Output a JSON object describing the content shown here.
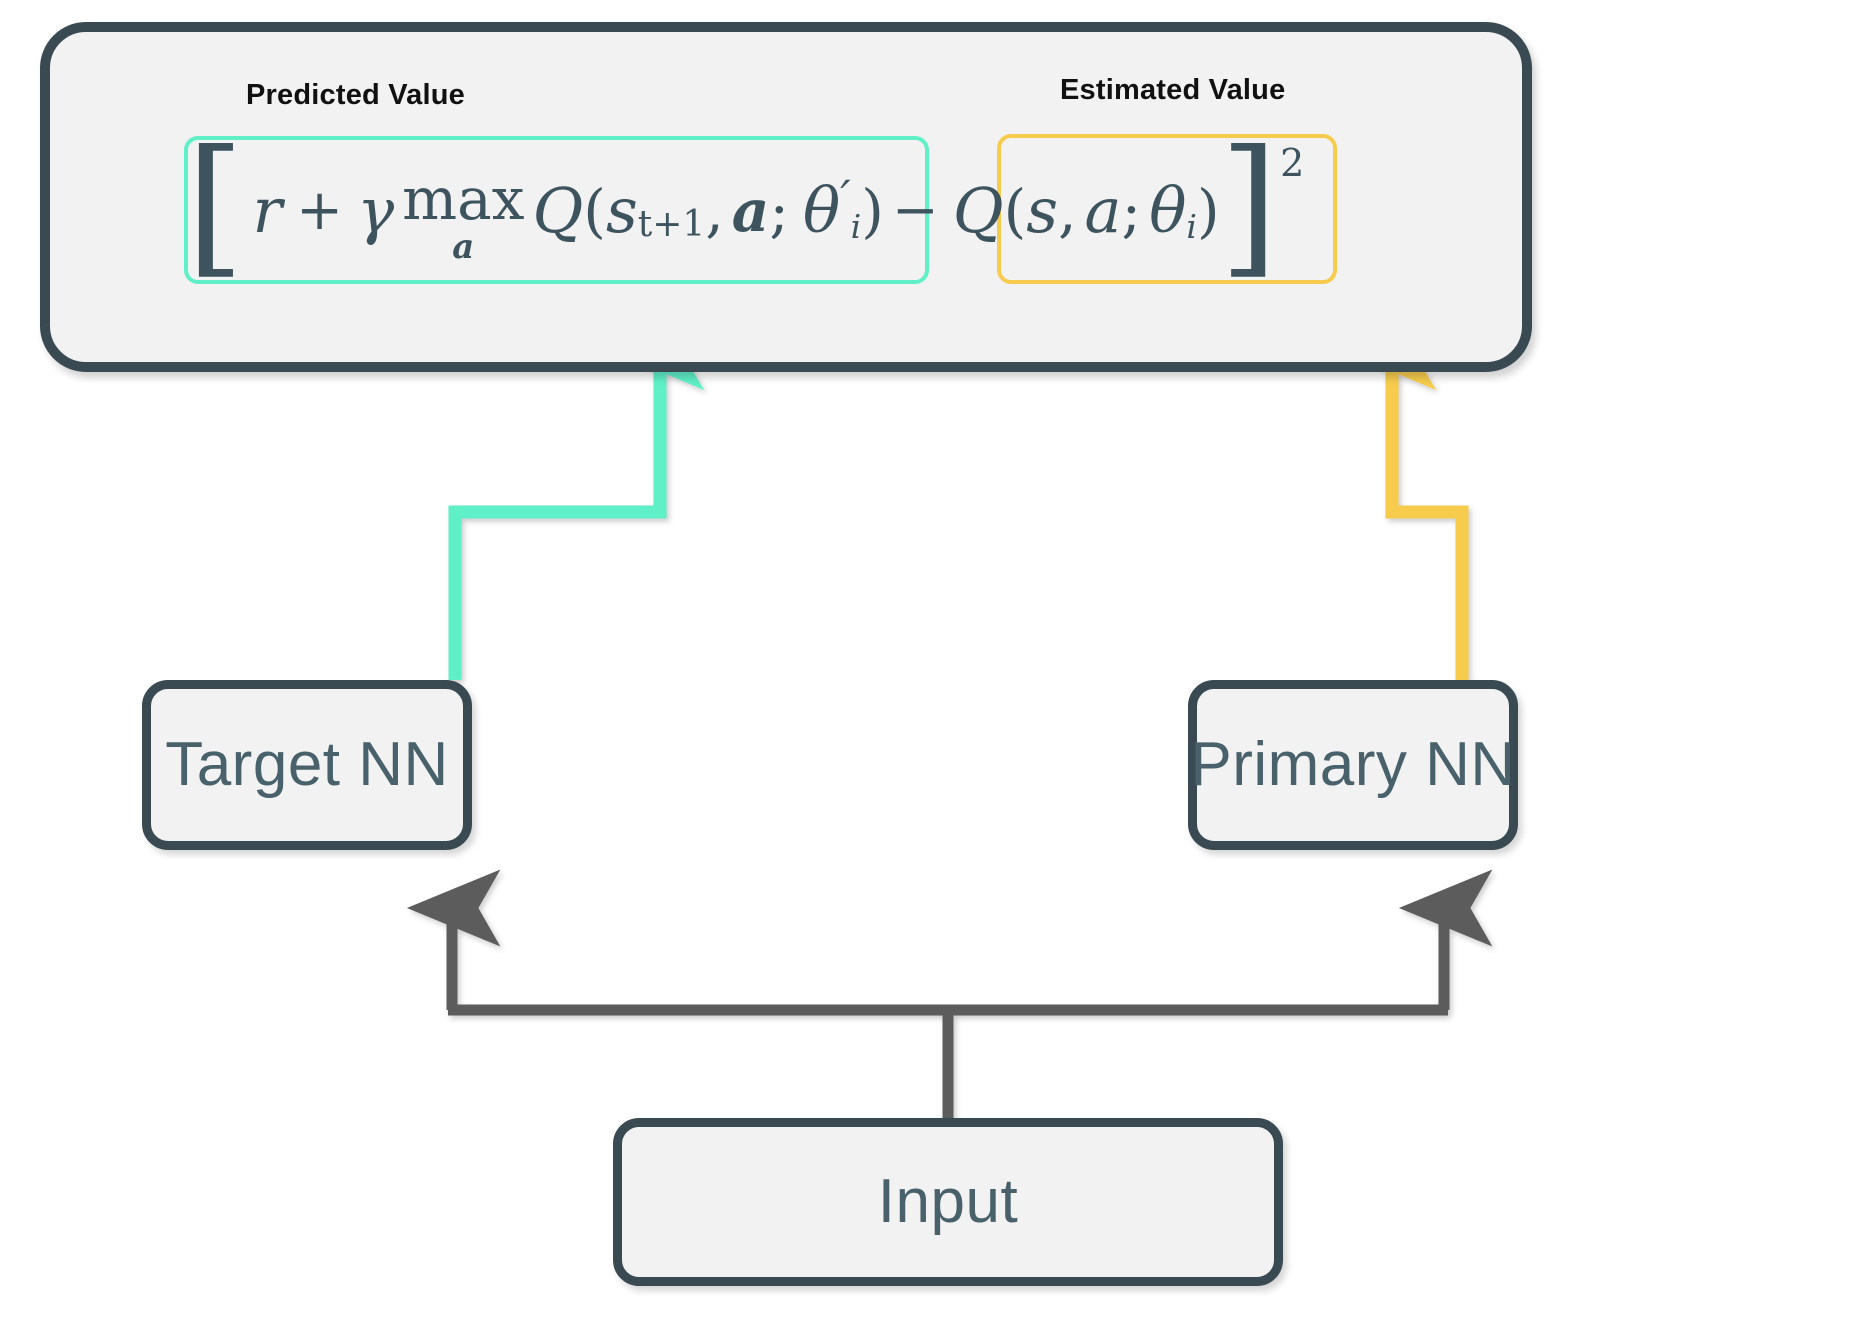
{
  "diagram": {
    "title": "Deep Q-Network loss with target and primary networks",
    "background": "#ffffff",
    "colors": {
      "node_border": "#3a4a52",
      "node_fill": "#f2f2f2",
      "node_text": "#48616b",
      "predicted_highlight": "#5ff0c8",
      "estimated_highlight": "#f7cc4e",
      "input_edge": "#5c5c5c",
      "caption_text": "#111111"
    }
  },
  "loss_box": {
    "captions": {
      "predicted": "Predicted Value",
      "estimated": "Estimated Value"
    },
    "formula": {
      "full_text": "[r + γ max_a Q(s_{t+1}, a; θ'_i) − Q(s, a; θ_i)]²",
      "predicted_part": "r + γ max_a Q(s_{t+1}, a; θ'_i)",
      "estimated_part": "Q(s, a; θ_i)",
      "tokens": {
        "open_bracket": "[",
        "reward": "r",
        "plus": "+",
        "gamma": "γ",
        "max": "max",
        "max_sub": "a",
        "q_target": "Q",
        "paren_open": "(",
        "state_next": "s",
        "state_next_sub": "t+1",
        "comma": ",",
        "action_bold": "a",
        "semicolon": ";",
        "theta_target": "θ",
        "prime": "′",
        "theta_sub_i": "i",
        "paren_close": ")",
        "minus": "−",
        "q_primary": "Q",
        "state": "s",
        "action": "a",
        "theta_primary": "θ",
        "close_bracket": "]",
        "exponent": "2"
      }
    }
  },
  "nodes": [
    {
      "id": "target-nn",
      "label": "Target NN"
    },
    {
      "id": "primary-nn",
      "label": "Primary NN"
    },
    {
      "id": "input",
      "label": "Input"
    }
  ],
  "edges": [
    {
      "id": "target-to-predicted",
      "from": "Target NN",
      "to": "Predicted Value",
      "color": "#5ff0c8",
      "arrowhead": true
    },
    {
      "id": "primary-to-estimated",
      "from": "Primary NN",
      "to": "Estimated Value",
      "color": "#f7cc4e",
      "arrowhead": true
    },
    {
      "id": "input-to-target",
      "from": "Input",
      "to": "Target NN",
      "color": "#5c5c5c",
      "arrowhead": true
    },
    {
      "id": "input-to-primary",
      "from": "Input",
      "to": "Primary NN",
      "color": "#5c5c5c",
      "arrowhead": true
    }
  ]
}
